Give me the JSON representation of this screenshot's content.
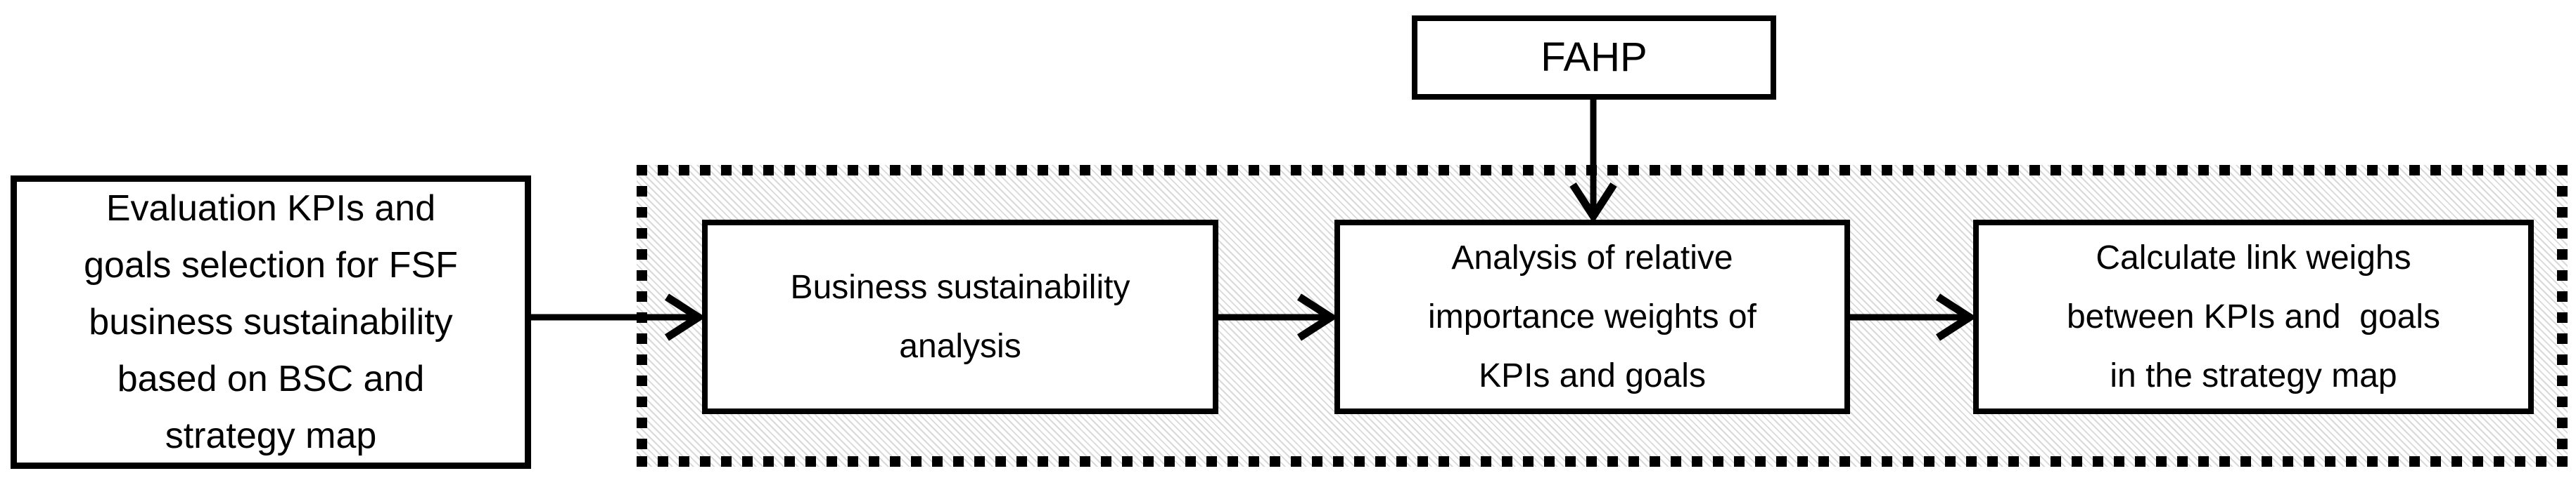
{
  "diagram": {
    "outside_box": {
      "lines": [
        "Evaluation KPIs and",
        "goals selection for FSF",
        "business sustainability",
        "based on BSC and",
        "strategy map"
      ]
    },
    "fahp_box": {
      "label": "FAHP"
    },
    "process_boxes": [
      {
        "lines": [
          "Business sustainability",
          "analysis"
        ]
      },
      {
        "lines": [
          "Analysis of relative",
          "importance weights of",
          "KPIs and goals"
        ]
      },
      {
        "lines": [
          "Calculate link weighs",
          "between KPIs and  goals",
          "in the strategy map"
        ]
      }
    ],
    "colors": {
      "line_and_border": "#000000",
      "box_background": "#ffffff",
      "hatch_stripe": "#d9d9d9"
    }
  }
}
